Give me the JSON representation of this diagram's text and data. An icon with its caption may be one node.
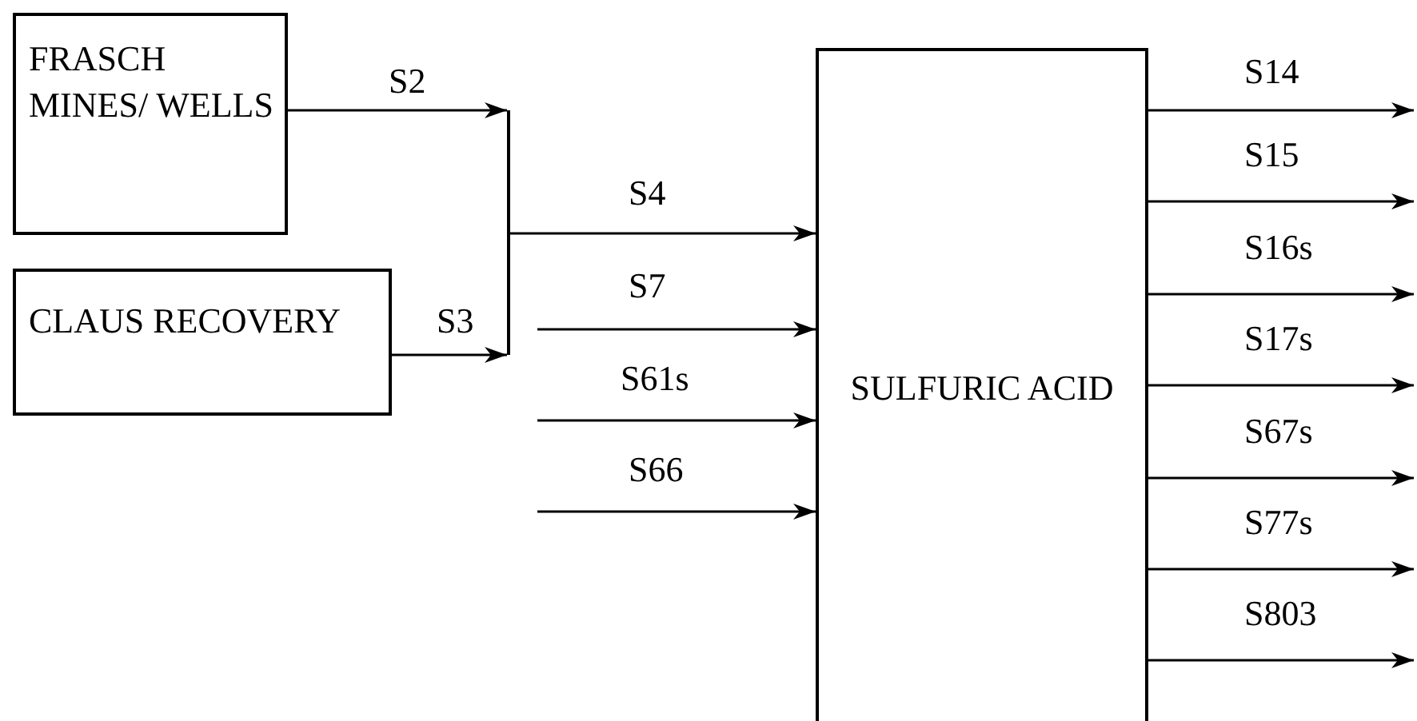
{
  "diagram": {
    "nodes": [
      {
        "text": [
          "FRASCH MINES/ WELLS"
        ]
      },
      {
        "text": [
          "CLAUS RECOVERY"
        ]
      },
      {
        "text": [
          "SULFURIC ACID"
        ]
      },
      {
        "text": [],
        "shape": "bar"
      }
    ],
    "edges": [
      {
        "from": 0,
        "to": 3,
        "label": "S2",
        "arrow": "to"
      },
      {
        "from": 1,
        "to": 3,
        "label": "S3",
        "arrow": "to"
      },
      {
        "from": 3,
        "to": 2,
        "label": "S4",
        "arrow": "to"
      },
      {
        "from": null,
        "to": 2,
        "label": "S7",
        "arrow": "to"
      },
      {
        "from": null,
        "to": 2,
        "label": "S61s",
        "arrow": "to"
      },
      {
        "from": null,
        "to": 2,
        "label": "S66",
        "arrow": "to"
      },
      {
        "from": 2,
        "to": null,
        "label": "S14",
        "arrow": "to"
      },
      {
        "from": 2,
        "to": null,
        "label": "S15",
        "arrow": "to"
      },
      {
        "from": 2,
        "to": null,
        "label": "S16s",
        "arrow": "to"
      },
      {
        "from": 2,
        "to": null,
        "label": "S17s",
        "arrow": "to"
      },
      {
        "from": 2,
        "to": null,
        "label": "S67s",
        "arrow": "to"
      },
      {
        "from": 2,
        "to": null,
        "label": "S77s",
        "arrow": "to"
      },
      {
        "from": 2,
        "to": null,
        "label": "S803",
        "arrow": "to"
      }
    ]
  }
}
